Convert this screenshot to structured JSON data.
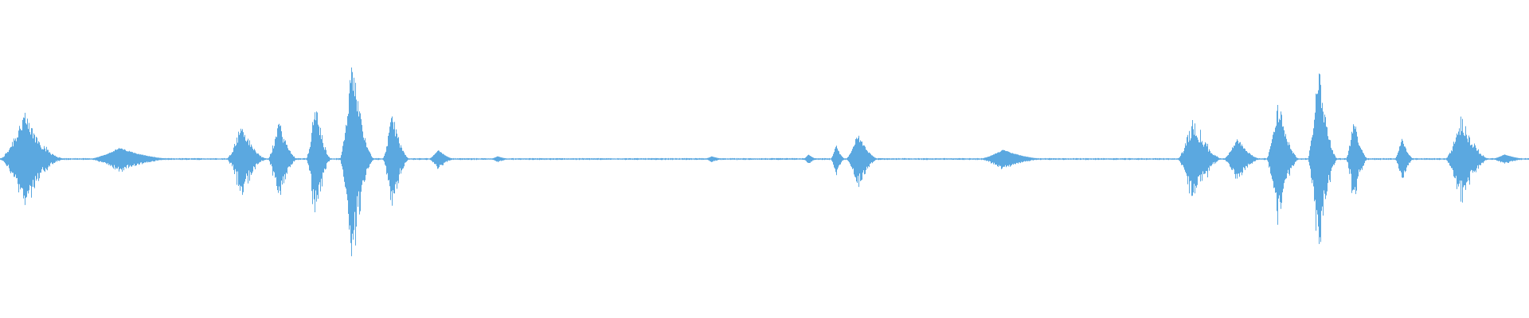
{
  "waveform": {
    "color": "#5BA8E0",
    "peak_scale": 1.0,
    "segments": [
      {
        "start": 0.0,
        "end": 0.043,
        "amp": 0.43,
        "noise": 0.3
      },
      {
        "start": 0.058,
        "end": 0.115,
        "amp": 0.12,
        "noise": 0.08
      },
      {
        "start": 0.148,
        "end": 0.175,
        "amp": 0.34,
        "noise": 0.25
      },
      {
        "start": 0.175,
        "end": 0.195,
        "amp": 0.38,
        "noise": 0.25
      },
      {
        "start": 0.2,
        "end": 0.217,
        "amp": 0.55,
        "noise": 0.26
      },
      {
        "start": 0.222,
        "end": 0.245,
        "amp": 1.0,
        "noise": 0.18
      },
      {
        "start": 0.25,
        "end": 0.268,
        "amp": 0.46,
        "noise": 0.22
      },
      {
        "start": 0.28,
        "end": 0.298,
        "amp": 0.1,
        "noise": 0.06
      },
      {
        "start": 0.32,
        "end": 0.335,
        "amp": 0.03,
        "noise": 0.02
      },
      {
        "start": 0.46,
        "end": 0.475,
        "amp": 0.03,
        "noise": 0.02
      },
      {
        "start": 0.525,
        "end": 0.535,
        "amp": 0.05,
        "noise": 0.03
      },
      {
        "start": 0.543,
        "end": 0.553,
        "amp": 0.15,
        "noise": 0.12
      },
      {
        "start": 0.553,
        "end": 0.575,
        "amp": 0.26,
        "noise": 0.14
      },
      {
        "start": 0.64,
        "end": 0.685,
        "amp": 0.1,
        "noise": 0.06
      },
      {
        "start": 0.77,
        "end": 0.8,
        "amp": 0.4,
        "noise": 0.35
      },
      {
        "start": 0.8,
        "end": 0.825,
        "amp": 0.22,
        "noise": 0.14
      },
      {
        "start": 0.828,
        "end": 0.85,
        "amp": 0.56,
        "noise": 0.24
      },
      {
        "start": 0.855,
        "end": 0.875,
        "amp": 0.92,
        "noise": 0.2
      },
      {
        "start": 0.88,
        "end": 0.895,
        "amp": 0.4,
        "noise": 0.2
      },
      {
        "start": 0.912,
        "end": 0.925,
        "amp": 0.22,
        "noise": 0.12
      },
      {
        "start": 0.945,
        "end": 0.975,
        "amp": 0.4,
        "noise": 0.28
      },
      {
        "start": 0.975,
        "end": 1.0,
        "amp": 0.05,
        "noise": 0.03
      }
    ]
  }
}
